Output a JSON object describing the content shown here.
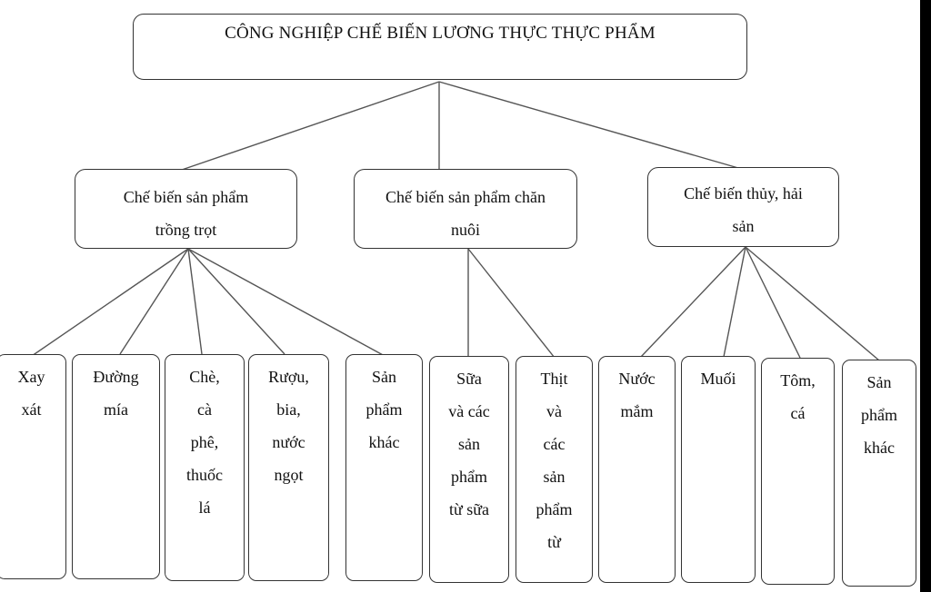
{
  "root": {
    "title": "CÔNG NGHIỆP CHẾ BIẾN LƯƠNG THỰC THỰC PHẨM"
  },
  "groups": [
    {
      "label": "Chế biến sản phẩm\ntrồng trọt",
      "items": [
        "Xay\nxát",
        "Đường\nmía",
        "Chè,\ncà\nphê,\nthuốc\nlá",
        "Rượu,\nbia,\nnước\nngọt",
        "Sản\nphẩm\nkhác"
      ]
    },
    {
      "label": "Chế biến sản phẩm chăn\nnuôi",
      "items": [
        "Sữa\nvà các\nsản\nphẩm\ntừ sữa",
        "Thịt\nvà\ncác\nsản\nphẩm\ntừ"
      ]
    },
    {
      "label": "Chế biến thủy, hải\nsản",
      "items": [
        "Nước\nmắm",
        "Muối",
        "Tôm,\ncá",
        "Sản\nphẩm\nkhác"
      ]
    }
  ],
  "colors": {
    "line": "#555555",
    "border": "#333333",
    "edge": "#000000"
  }
}
